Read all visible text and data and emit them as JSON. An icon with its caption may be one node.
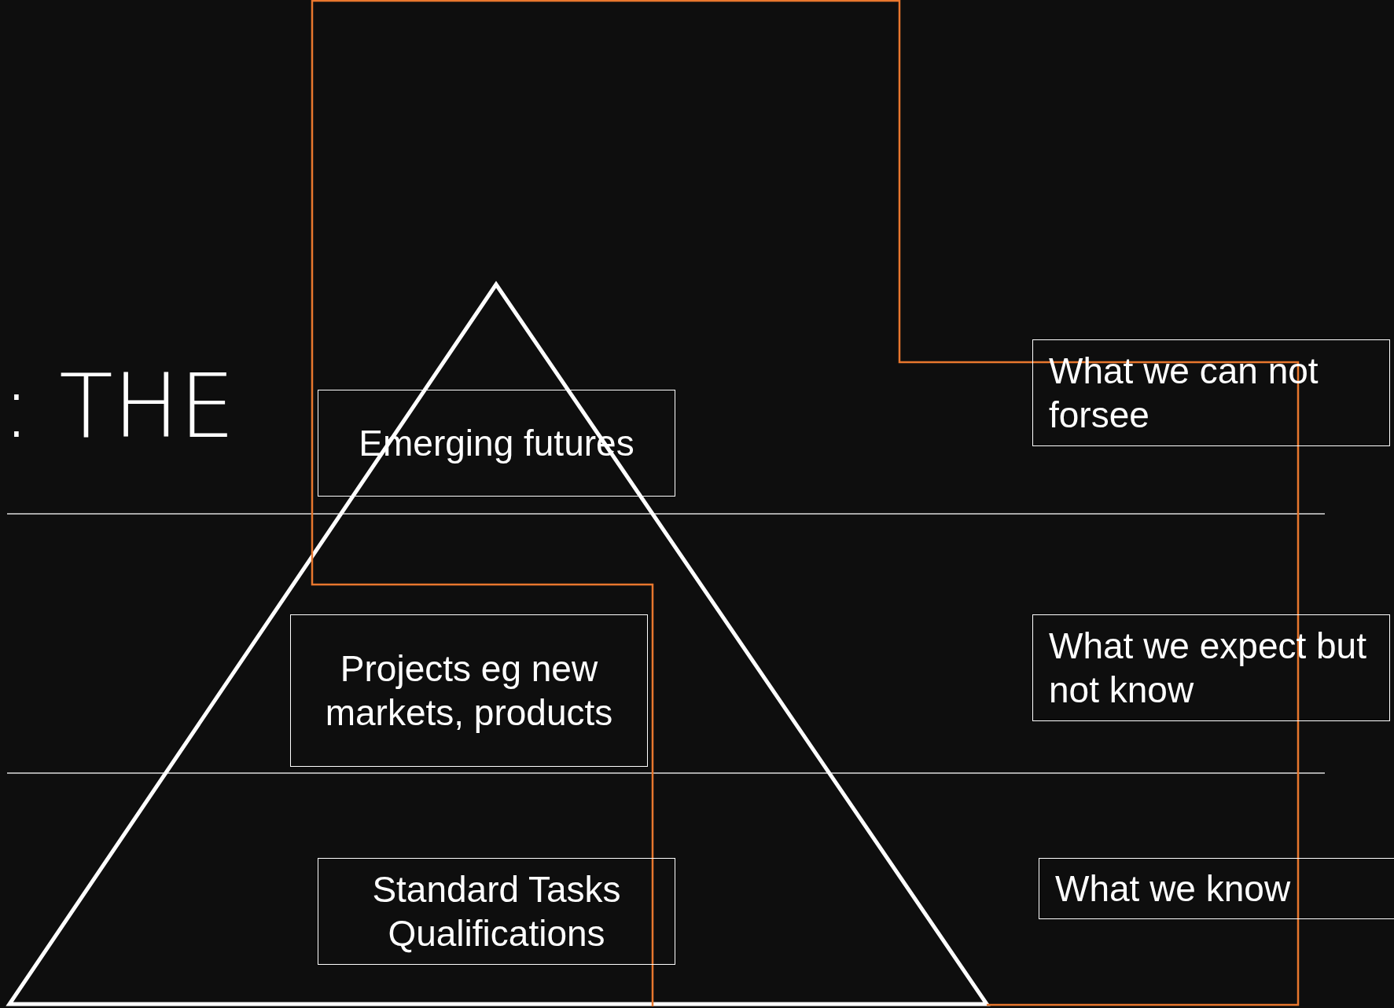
{
  "diagram": {
    "nodes": [
      {
        "text": [
          "Emerging futures"
        ]
      },
      {
        "text": [
          "Projects eg new markets, products"
        ]
      },
      {
        "text": [
          "Standard Tasks Qualifications"
        ]
      },
      {
        "text": [
          "What we can not forsee"
        ]
      },
      {
        "text": [
          "What we expect but not know"
        ]
      },
      {
        "text": [
          "What we know"
        ]
      }
    ],
    "labels": [
      ": THE"
    ]
  }
}
